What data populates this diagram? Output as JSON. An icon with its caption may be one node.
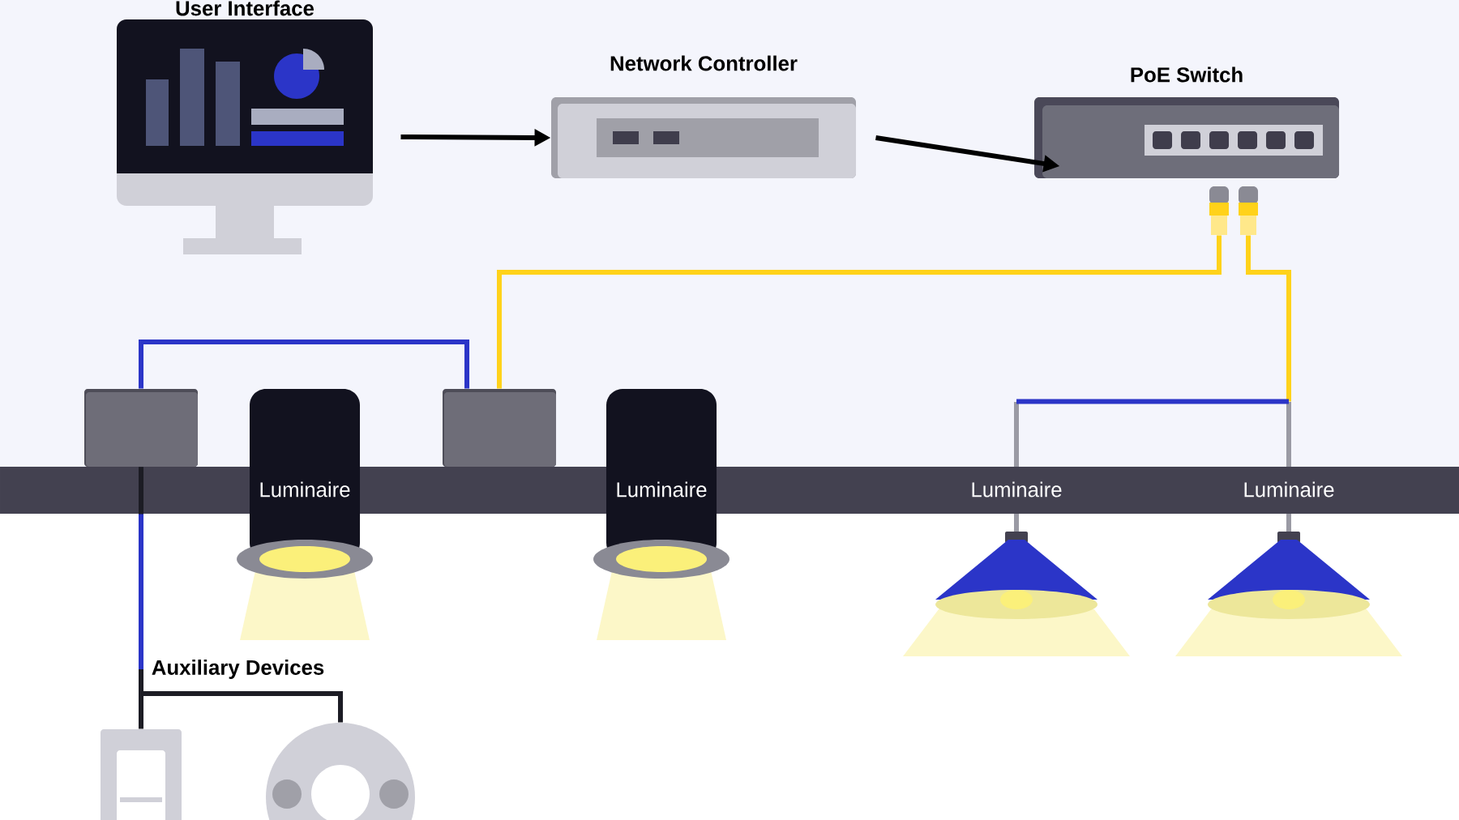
{
  "diagram": {
    "nodes": [
      {
        "text": [
          "User Interface"
        ]
      },
      {
        "text": [
          "Network Controller"
        ]
      },
      {
        "text": [
          "PoE Switch"
        ]
      },
      {
        "text": [],
        "shape": "box"
      },
      {
        "text": [
          "Luminaire"
        ]
      },
      {
        "text": [],
        "shape": "box"
      },
      {
        "text": [
          "Luminaire"
        ]
      },
      {
        "text": [
          "Luminaire"
        ]
      },
      {
        "text": [
          "Luminaire"
        ]
      },
      {
        "text": [],
        "shape": "picture"
      },
      {
        "text": [],
        "shape": "picture"
      }
    ],
    "edges": [
      {
        "from": 0,
        "to": 1,
        "arrow": "to"
      },
      {
        "from": 1,
        "to": 2,
        "arrow": "to"
      },
      {
        "from": 2,
        "to": 5,
        "arrow": "none",
        "color": "#ffd21a"
      },
      {
        "from": 2,
        "to": 8,
        "arrow": "none",
        "color": "#ffd21a"
      },
      {
        "from": 3,
        "to": 5,
        "arrow": "none",
        "color": "#2b35c8"
      },
      {
        "from": 8,
        "to": 7,
        "arrow": "none",
        "color": "#2b35c8"
      },
      {
        "from": 3,
        "to": 9,
        "arrow": "none",
        "color": "#1c1c24"
      },
      {
        "from": 3,
        "to": 10,
        "arrow": "none",
        "color": "#1c1c24"
      }
    ],
    "labels": [
      "Auxiliary Devices"
    ]
  }
}
